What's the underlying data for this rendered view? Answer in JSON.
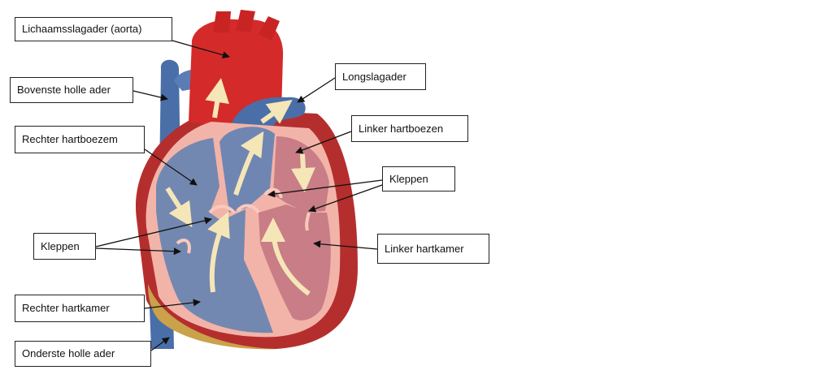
{
  "diagram": {
    "subject": "heart-cross-section",
    "labels": {
      "aorta": "Lichaamsslagader (aorta)",
      "superior_vena_cava": "Bovenste holle ader",
      "right_atrium": "Rechter hartboezem",
      "valves_left": "Kleppen",
      "right_ventricle": "Rechter hartkamer",
      "inferior_vena_cava": "Onderste holle ader",
      "pulmonary_artery": "Longslagader",
      "left_atrium": "Linker hartboezen",
      "valves_right": "Kleppen",
      "left_ventricle": "Linker hartkamer"
    },
    "colors": {
      "oxygenated": "#d42a2a",
      "deoxygenated": "#4a6fa8",
      "chamber_right": "#7388b0",
      "chamber_left": "#c97d86",
      "wall": "#f2b4a8",
      "outer_muscle": "#b52e2e",
      "fat": "#c9a24a",
      "flow_arrow": "#f5e6b8",
      "leader_line": "#111111"
    }
  }
}
